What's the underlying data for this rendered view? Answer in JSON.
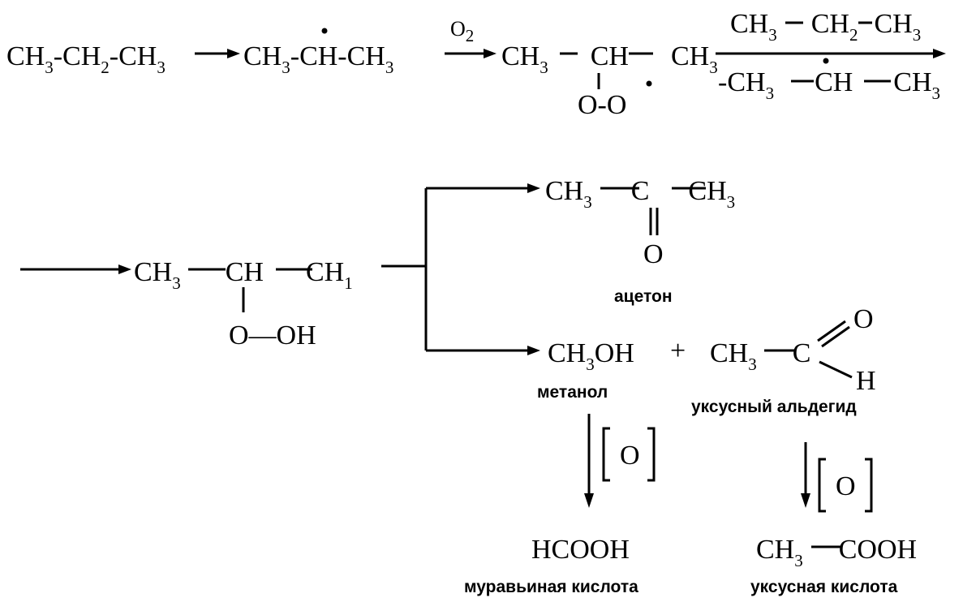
{
  "row1": {
    "propane": [
      "CH",
      "3",
      "-CH",
      "2",
      "-CH",
      "3"
    ],
    "radical": [
      "CH",
      "3",
      "-",
      "CH",
      "-CH",
      "3"
    ],
    "o2": [
      "O",
      "2"
    ],
    "peroxy_top": [
      "CH",
      "3",
      "CH",
      "CH",
      "3"
    ],
    "peroxy_bottom": "O-O",
    "reagent_top": [
      "CH",
      "3",
      "CH",
      "2",
      "CH",
      "3"
    ],
    "reagent_bottom": [
      "-CH",
      "3",
      "CH",
      "CH",
      "3"
    ]
  },
  "row2": {
    "hydroperoxide_top": [
      "CH",
      "3",
      "CH",
      "CH",
      "1"
    ],
    "hydroperoxide_bottom": "O—OH",
    "acetone": [
      "CH",
      "3",
      "C",
      "CH",
      "3"
    ],
    "acetone_o": "O",
    "acetone_name": "ацетон",
    "methanol": [
      "CH",
      "3",
      "OH"
    ],
    "plus": "+",
    "acetaldehyde": [
      "CH",
      "3",
      "C"
    ],
    "acetaldehyde_o": "O",
    "acetaldehyde_h": "H",
    "methanol_name": "метанол",
    "acetaldehyde_name": "уксусный альдегид"
  },
  "row3": {
    "oxidant": "O",
    "formic": "HCOOH",
    "formic_name": "муравьиная кислота",
    "acetic": [
      "CH",
      "3",
      "COOH"
    ],
    "acetic_name": "уксусная кислота"
  }
}
